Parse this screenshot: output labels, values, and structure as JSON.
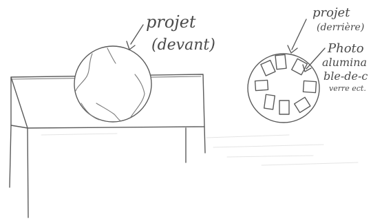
{
  "labels": {
    "front_title": "projet",
    "front_sub": "(devant)",
    "back_title": "projet",
    "back_sub": "(derrière)",
    "photo_line1": "Photo",
    "photo_line2": "alumina",
    "photo_line3": "ble-de-c",
    "photo_line4": "verre ect."
  },
  "colors": {
    "ink": "#5a5a5a",
    "paper": "#ffffff"
  }
}
